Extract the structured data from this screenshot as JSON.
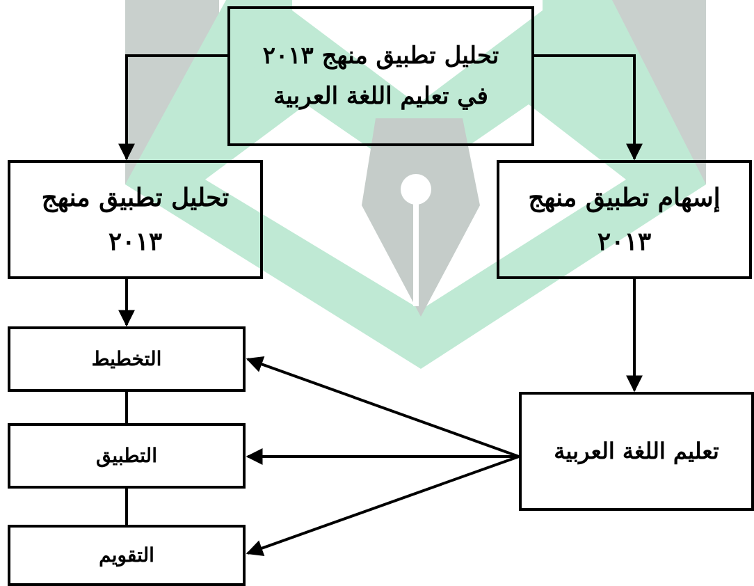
{
  "main_box": {
    "line1": "تحليل تطبيق منهج ٢٠١٣",
    "line2": "في تعليم اللغة العربية"
  },
  "left_box": {
    "line1": "تحليل تطبيق منهج",
    "line2": "٢٠١٣"
  },
  "right_box": {
    "line1": "إسهام تطبيق منهج",
    "line2": "٢٠١٣"
  },
  "stages": {
    "planning": "التخطيط",
    "implementation": "التطبيق",
    "evaluation": "التقويم"
  },
  "teaching_box": {
    "label": "تعليم اللغة العربية"
  },
  "colors": {
    "watermark_grey": "#c5ccc9",
    "watermark_green": "#b9e6d0",
    "line": "#000000"
  }
}
